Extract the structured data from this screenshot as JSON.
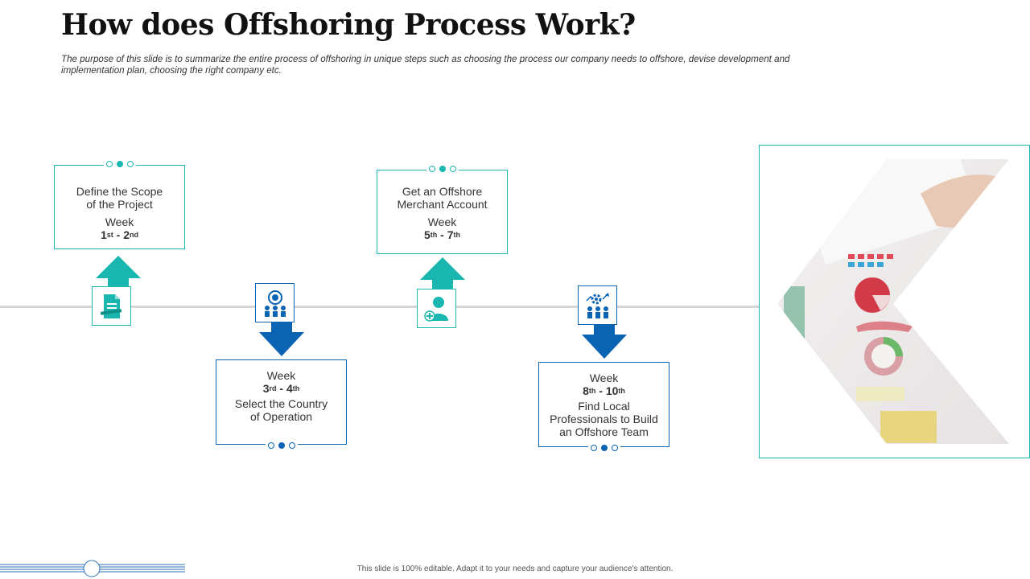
{
  "title": "How does Offshoring Process Work?",
  "subtitle": "The purpose of this slide is to summarize the entire process of offshoring in unique steps such as choosing the process our company needs to offshore, devise development and implementation plan, choosing the right company etc.",
  "colors": {
    "teal": "#1ab7b0",
    "blue": "#0a63b3",
    "timeline": "#d6d6d6"
  },
  "steps": [
    {
      "title_line1": "Define the Scope",
      "title_line2": "of the Project",
      "week_label": "Week",
      "start": "1",
      "start_suffix": "st",
      "sep": " - ",
      "end": "2",
      "end_suffix": "nd",
      "icon": "document-pen-icon",
      "position": "above",
      "color": "teal"
    },
    {
      "title_line1": "Select the Country",
      "title_line2": "of Operation",
      "week_label": "Week",
      "start": "3",
      "start_suffix": "rd",
      "sep": " - ",
      "end": "4",
      "end_suffix": "th",
      "icon": "target-team-icon",
      "position": "below",
      "color": "blue"
    },
    {
      "title_line1": "Get an Offshore",
      "title_line2": "Merchant Account",
      "week_label": "Week",
      "start": "5",
      "start_suffix": "th",
      "sep": " - ",
      "end": "7",
      "end_suffix": "th",
      "icon": "add-user-icon",
      "position": "above",
      "color": "teal"
    },
    {
      "title_line1": "Find Local",
      "title_line2": "Professionals to Build",
      "title_line3": "an Offshore Team",
      "week_label": "Week",
      "start": "8",
      "start_suffix": "th",
      "sep": " - ",
      "end": "10",
      "end_suffix": "th",
      "icon": "gear-team-growth-icon",
      "position": "below",
      "color": "blue"
    }
  ],
  "footer": "This slide is 100% editable. Adapt it to your needs and capture your audience's attention."
}
